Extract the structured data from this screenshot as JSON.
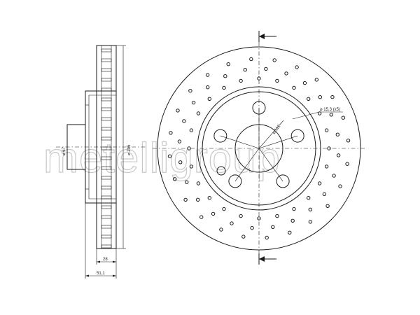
{
  "watermark": "metelligroup",
  "dimensions": {
    "inner_diameter": "⌀ 67",
    "outer_diameter": "⌀ 295",
    "disc_thickness": "28",
    "total_height": "51,1",
    "pcd": "⌀ 112",
    "bolt_hole": "⌀ 15,3 (x5)"
  },
  "colors": {
    "line": "#1a1a1a",
    "watermark": "#c8c8c8",
    "background": "#ffffff"
  }
}
